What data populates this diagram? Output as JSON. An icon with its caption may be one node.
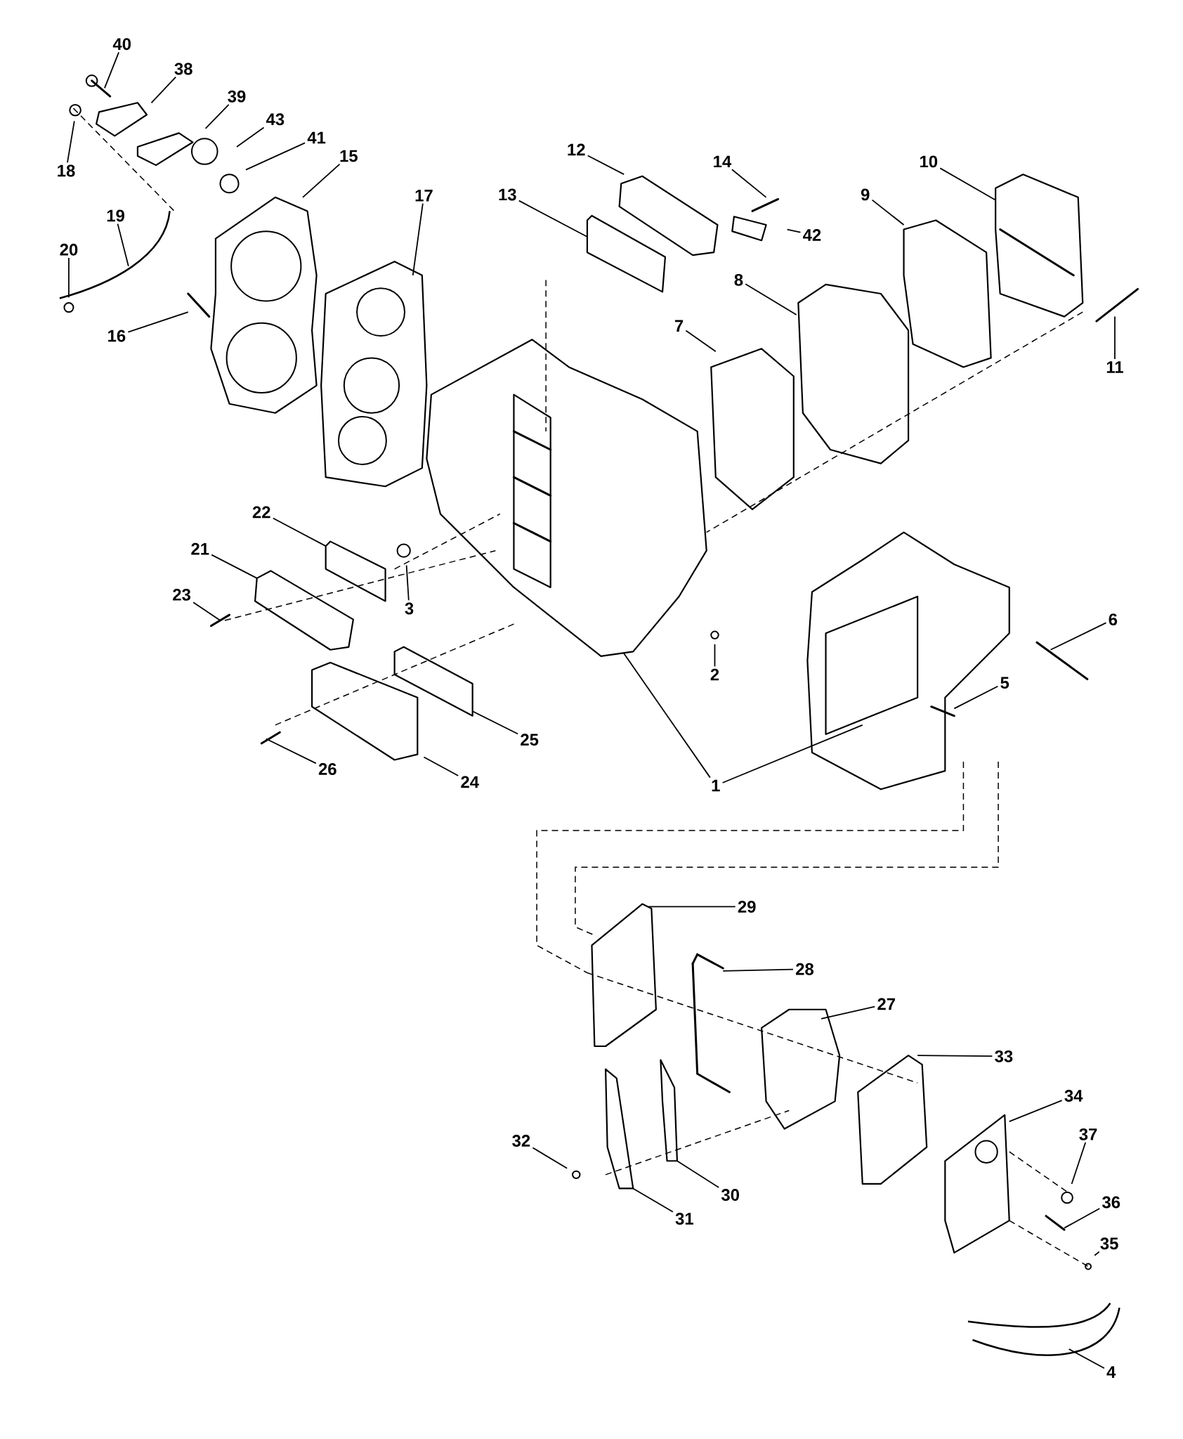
{
  "diagram": {
    "nodes": [
      {
        "text": [
          "40"
        ]
      },
      {
        "text": [
          "38"
        ]
      },
      {
        "text": [
          "39"
        ]
      },
      {
        "text": [
          "43"
        ]
      },
      {
        "text": [
          "41"
        ]
      },
      {
        "text": [
          "15"
        ]
      },
      {
        "text": [
          "18"
        ]
      },
      {
        "text": [
          "19"
        ]
      },
      {
        "text": [
          "20"
        ]
      },
      {
        "text": [
          "16"
        ]
      },
      {
        "text": [
          "17"
        ]
      },
      {
        "text": [
          "12"
        ]
      },
      {
        "text": [
          "13"
        ]
      },
      {
        "text": [
          "14"
        ]
      },
      {
        "text": [
          "42"
        ]
      },
      {
        "text": [
          "10"
        ]
      },
      {
        "text": [
          "9"
        ]
      },
      {
        "text": [
          "8"
        ]
      },
      {
        "text": [
          "7"
        ]
      },
      {
        "text": [
          "11"
        ]
      },
      {
        "text": [
          "22"
        ]
      },
      {
        "text": [
          "21"
        ]
      },
      {
        "text": [
          "23"
        ]
      },
      {
        "text": [
          "3"
        ]
      },
      {
        "text": [
          "2"
        ]
      },
      {
        "text": [
          "6"
        ]
      },
      {
        "text": [
          "5"
        ]
      },
      {
        "text": [
          "25"
        ]
      },
      {
        "text": [
          "26"
        ]
      },
      {
        "text": [
          "24"
        ]
      },
      {
        "text": [
          "1"
        ]
      },
      {
        "text": [
          "29"
        ]
      },
      {
        "text": [
          "28"
        ]
      },
      {
        "text": [
          "27"
        ]
      },
      {
        "text": [
          "33"
        ]
      },
      {
        "text": [
          "34"
        ]
      },
      {
        "text": [
          "37"
        ]
      },
      {
        "text": [
          "36"
        ]
      },
      {
        "text": [
          "35"
        ]
      },
      {
        "text": [
          "32"
        ]
      },
      {
        "text": [
          "30"
        ]
      },
      {
        "text": [
          "31"
        ]
      },
      {
        "text": [
          "4"
        ]
      }
    ],
    "edges": [
      {
        "from": 0,
        "to": null,
        "arrow": "none"
      },
      {
        "from": 1,
        "to": null,
        "arrow": "none"
      },
      {
        "from": 2,
        "to": null,
        "arrow": "none"
      },
      {
        "from": 3,
        "to": null,
        "arrow": "none"
      },
      {
        "from": 4,
        "to": null,
        "arrow": "none"
      },
      {
        "from": 5,
        "to": null,
        "arrow": "none"
      },
      {
        "from": 6,
        "to": null,
        "arrow": "none"
      },
      {
        "from": 7,
        "to": null,
        "arrow": "none"
      },
      {
        "from": 8,
        "to": null,
        "arrow": "none"
      },
      {
        "from": 9,
        "to": null,
        "arrow": "none"
      },
      {
        "from": 10,
        "to": null,
        "arrow": "none"
      },
      {
        "from": 11,
        "to": null,
        "arrow": "none"
      },
      {
        "from": 12,
        "to": null,
        "arrow": "none"
      },
      {
        "from": 13,
        "to": null,
        "arrow": "none"
      },
      {
        "from": 14,
        "to": null,
        "arrow": "none"
      },
      {
        "from": 15,
        "to": null,
        "arrow": "none"
      },
      {
        "from": 16,
        "to": null,
        "arrow": "none"
      },
      {
        "from": 17,
        "to": null,
        "arrow": "none"
      },
      {
        "from": 18,
        "to": null,
        "arrow": "none"
      },
      {
        "from": 19,
        "to": null,
        "arrow": "none"
      },
      {
        "from": 20,
        "to": null,
        "arrow": "none"
      },
      {
        "from": 21,
        "to": null,
        "arrow": "none"
      },
      {
        "from": 22,
        "to": null,
        "arrow": "none"
      },
      {
        "from": 23,
        "to": null,
        "arrow": "none"
      },
      {
        "from": 24,
        "to": null,
        "arrow": "none"
      },
      {
        "from": 25,
        "to": null,
        "arrow": "none"
      },
      {
        "from": 26,
        "to": null,
        "arrow": "none"
      },
      {
        "from": 27,
        "to": null,
        "arrow": "none"
      },
      {
        "from": 28,
        "to": null,
        "arrow": "none"
      },
      {
        "from": 29,
        "to": null,
        "arrow": "none"
      },
      {
        "from": 30,
        "to": null,
        "arrow": "none"
      },
      {
        "from": 30,
        "to": null,
        "arrow": "none"
      },
      {
        "from": 31,
        "to": null,
        "arrow": "none"
      },
      {
        "from": 32,
        "to": null,
        "arrow": "none"
      },
      {
        "from": 33,
        "to": null,
        "arrow": "none"
      },
      {
        "from": 34,
        "to": null,
        "arrow": "none"
      },
      {
        "from": 35,
        "to": null,
        "arrow": "none"
      },
      {
        "from": 36,
        "to": null,
        "arrow": "none"
      },
      {
        "from": 37,
        "to": null,
        "arrow": "none"
      },
      {
        "from": 38,
        "to": null,
        "arrow": "none"
      },
      {
        "from": 39,
        "to": null,
        "arrow": "none"
      },
      {
        "from": 40,
        "to": null,
        "arrow": "none"
      },
      {
        "from": 41,
        "to": null,
        "arrow": "none"
      },
      {
        "from": 42,
        "to": null,
        "arrow": "none"
      }
    ]
  }
}
